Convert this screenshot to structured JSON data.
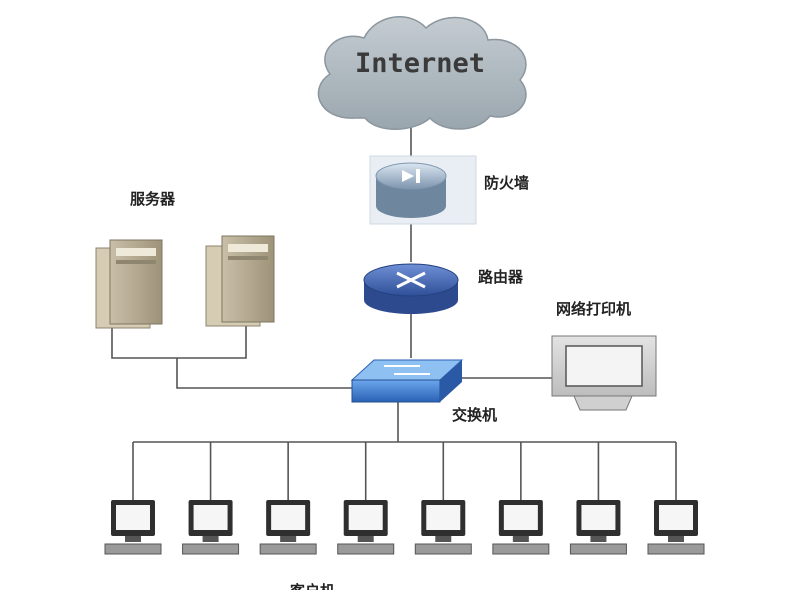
{
  "internet": {
    "label": "Internet"
  },
  "firewall": {
    "label": "防火墙"
  },
  "router": {
    "label": "路由器"
  },
  "servers": {
    "label": "服务器"
  },
  "switch": {
    "label": "交换机"
  },
  "printer": {
    "label": "网络打印机"
  },
  "clients": {
    "label": "客户机",
    "count": 8
  },
  "colors": {
    "cloud": "#a9b4bc",
    "router": "#4a6fb8",
    "switch": "#3f7fd0",
    "firewall": "#9fb3c8",
    "server": "#b5aa93",
    "monitor": "#2f2f2f"
  }
}
